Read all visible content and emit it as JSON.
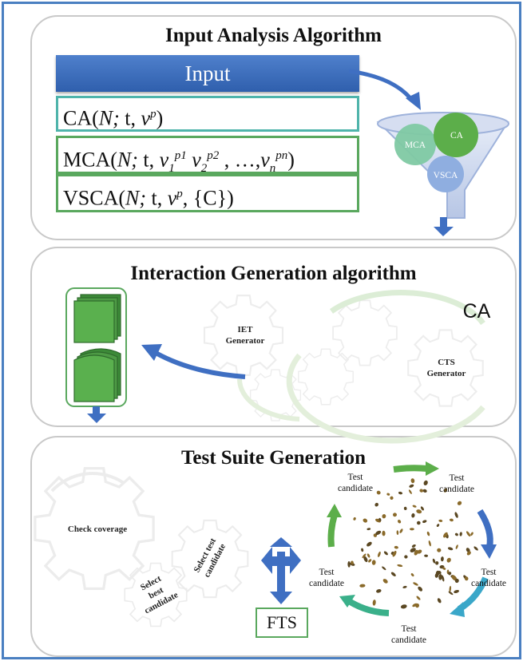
{
  "input_analysis": {
    "title": "Input Analysis Algorithm",
    "header": "Input",
    "rows": {
      "ca": {
        "prefix": "CA(",
        "n": "N;",
        "t": " t, ",
        "v": "v",
        "sup": "p",
        "suffix": ")"
      },
      "mca": {
        "prefix": "MCA(",
        "n": "N;",
        "t": " t, ",
        "v1": "v",
        "s1": "1",
        "p1": "p1",
        "v2": " v",
        "s2": "2",
        "p2": "p2",
        "dots": " , …,",
        "vn": "v",
        "sn": "n",
        "pn": "pn",
        "suffix": ")"
      },
      "vsca": {
        "prefix": "VSCA(",
        "n": "N;",
        "t": " t, ",
        "v": "v",
        "sup": "p",
        "rest": ", {C})"
      }
    },
    "funnel": {
      "mca": "MCA",
      "ca": "CA",
      "vsca": "VSCA"
    }
  },
  "interaction_generation": {
    "title": "Interaction Generation algorithm",
    "iet_line1": "IET",
    "iet_line2": "Generator",
    "cts_line1": "CTS",
    "cts_line2": "Generator",
    "ca": "CA"
  },
  "test_suite": {
    "title": "Test Suite Generation",
    "check_coverage": "Check coverage",
    "select_test_1": "Select test",
    "select_test_2": "candidate",
    "select_best_1": "Select",
    "select_best_2": "best",
    "select_best_3": "candidate",
    "fts": "FTS",
    "candidate_word1": "Test",
    "candidate_word2": "candidate"
  },
  "colors": {
    "frame": "#4a7fc1",
    "header_blue": "#3a6cbf",
    "green": "#5aa85e",
    "teal": "#4fb4ab",
    "arrow_blue": "#3f6fc2"
  }
}
